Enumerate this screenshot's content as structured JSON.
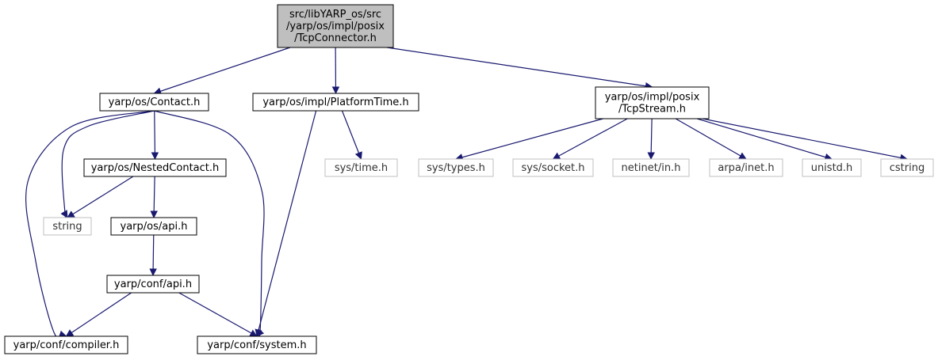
{
  "colors": {
    "edge": "#191970",
    "root_fill": "#bfbfbf",
    "documented_border": "#000000",
    "external_border": "#bfbfbf",
    "text": "#000000",
    "external_text": "#333333"
  },
  "nodes": [
    {
      "id": "root",
      "lines": [
        "src/libYARP_os/src",
        "/yarp/os/impl/posix",
        "/TcpConnector.h"
      ],
      "kind": "root"
    },
    {
      "id": "contact",
      "lines": [
        "yarp/os/Contact.h"
      ],
      "kind": "documented"
    },
    {
      "id": "platformtime",
      "lines": [
        "yarp/os/impl/PlatformTime.h"
      ],
      "kind": "documented"
    },
    {
      "id": "tcpstream",
      "lines": [
        "yarp/os/impl/posix",
        "/TcpStream.h"
      ],
      "kind": "documented"
    },
    {
      "id": "nestedcontact",
      "lines": [
        "yarp/os/NestedContact.h"
      ],
      "kind": "documented"
    },
    {
      "id": "string",
      "lines": [
        "string"
      ],
      "kind": "external"
    },
    {
      "id": "osapi",
      "lines": [
        "yarp/os/api.h"
      ],
      "kind": "documented"
    },
    {
      "id": "confapi",
      "lines": [
        "yarp/conf/api.h"
      ],
      "kind": "documented"
    },
    {
      "id": "compiler",
      "lines": [
        "yarp/conf/compiler.h"
      ],
      "kind": "documented"
    },
    {
      "id": "system",
      "lines": [
        "yarp/conf/system.h"
      ],
      "kind": "documented"
    },
    {
      "id": "systime",
      "lines": [
        "sys/time.h"
      ],
      "kind": "external"
    },
    {
      "id": "systypes",
      "lines": [
        "sys/types.h"
      ],
      "kind": "external"
    },
    {
      "id": "syssocket",
      "lines": [
        "sys/socket.h"
      ],
      "kind": "external"
    },
    {
      "id": "netinet",
      "lines": [
        "netinet/in.h"
      ],
      "kind": "external"
    },
    {
      "id": "arpa",
      "lines": [
        "arpa/inet.h"
      ],
      "kind": "external"
    },
    {
      "id": "unistd",
      "lines": [
        "unistd.h"
      ],
      "kind": "external"
    },
    {
      "id": "cstring",
      "lines": [
        "cstring"
      ],
      "kind": "external"
    }
  ],
  "edges": [
    [
      "root",
      "contact"
    ],
    [
      "root",
      "platformtime"
    ],
    [
      "root",
      "tcpstream"
    ],
    [
      "contact",
      "nestedcontact"
    ],
    [
      "contact",
      "string"
    ],
    [
      "contact",
      "compiler"
    ],
    [
      "contact",
      "system"
    ],
    [
      "nestedcontact",
      "string"
    ],
    [
      "nestedcontact",
      "osapi"
    ],
    [
      "osapi",
      "confapi"
    ],
    [
      "confapi",
      "compiler"
    ],
    [
      "confapi",
      "system"
    ],
    [
      "platformtime",
      "systime"
    ],
    [
      "platformtime",
      "system"
    ],
    [
      "tcpstream",
      "systypes"
    ],
    [
      "tcpstream",
      "syssocket"
    ],
    [
      "tcpstream",
      "netinet"
    ],
    [
      "tcpstream",
      "arpa"
    ],
    [
      "tcpstream",
      "unistd"
    ],
    [
      "tcpstream",
      "cstring"
    ]
  ]
}
